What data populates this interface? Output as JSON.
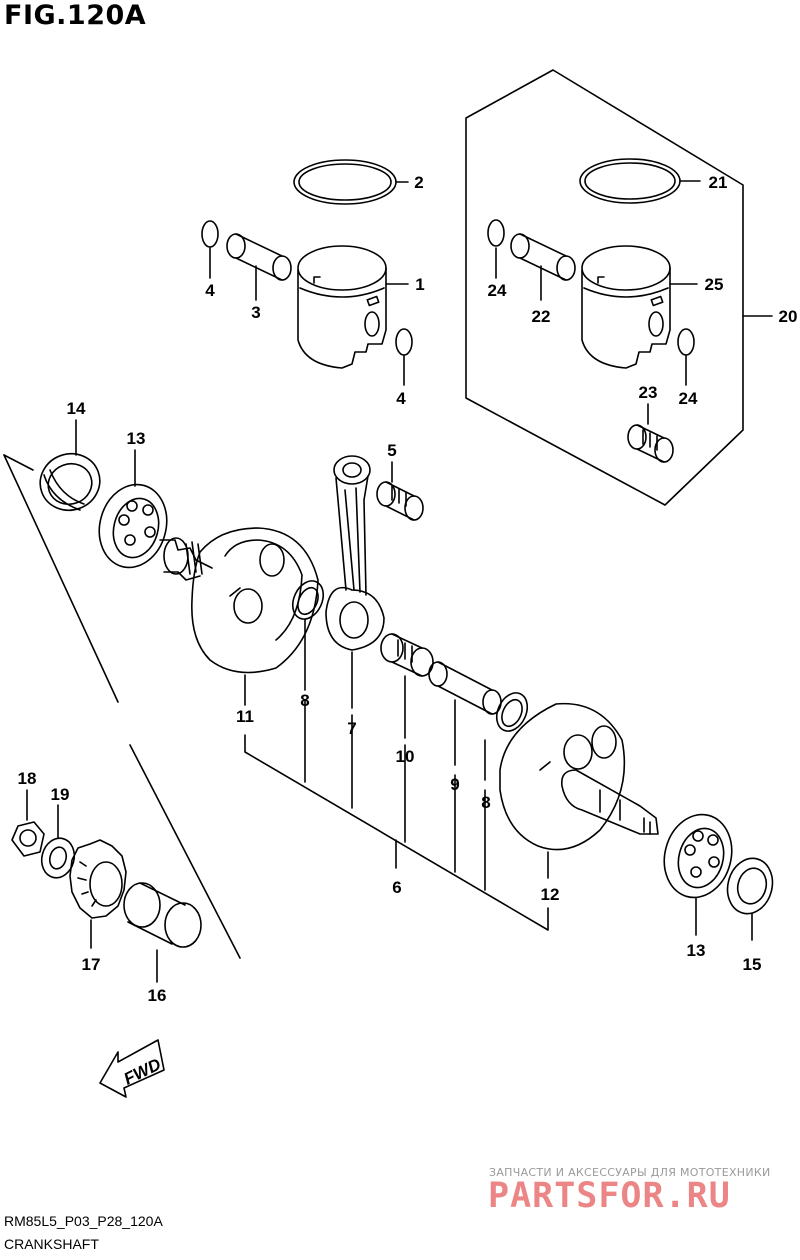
{
  "figure": {
    "title": "FIG.120A"
  },
  "callouts": {
    "c1": "1",
    "c2": "2",
    "c3": "3",
    "c4a": "4",
    "c4b": "4",
    "c5": "5",
    "c6": "6",
    "c7": "7",
    "c8a": "8",
    "c8b": "8",
    "c9": "9",
    "c10": "10",
    "c11": "11",
    "c12": "12",
    "c13a": "13",
    "c13b": "13",
    "c14": "14",
    "c15": "15",
    "c16": "16",
    "c17": "17",
    "c18": "18",
    "c19": "19",
    "c20": "20",
    "c21": "21",
    "c22": "22",
    "c23": "23",
    "c24a": "24",
    "c24b": "24",
    "c25": "25"
  },
  "fwd": {
    "label": "FWD"
  },
  "footer": {
    "code": "RM85L5_P03_P28_120A",
    "caption": "CRANKSHAFT"
  },
  "watermark": {
    "subtitle": "ЗАПЧАСТИ И АКСЕССУАРЫ ДЛЯ МОТОТЕХНИКИ",
    "brand": "PARTSFOR.RU",
    "color": "#ea7a7a"
  }
}
